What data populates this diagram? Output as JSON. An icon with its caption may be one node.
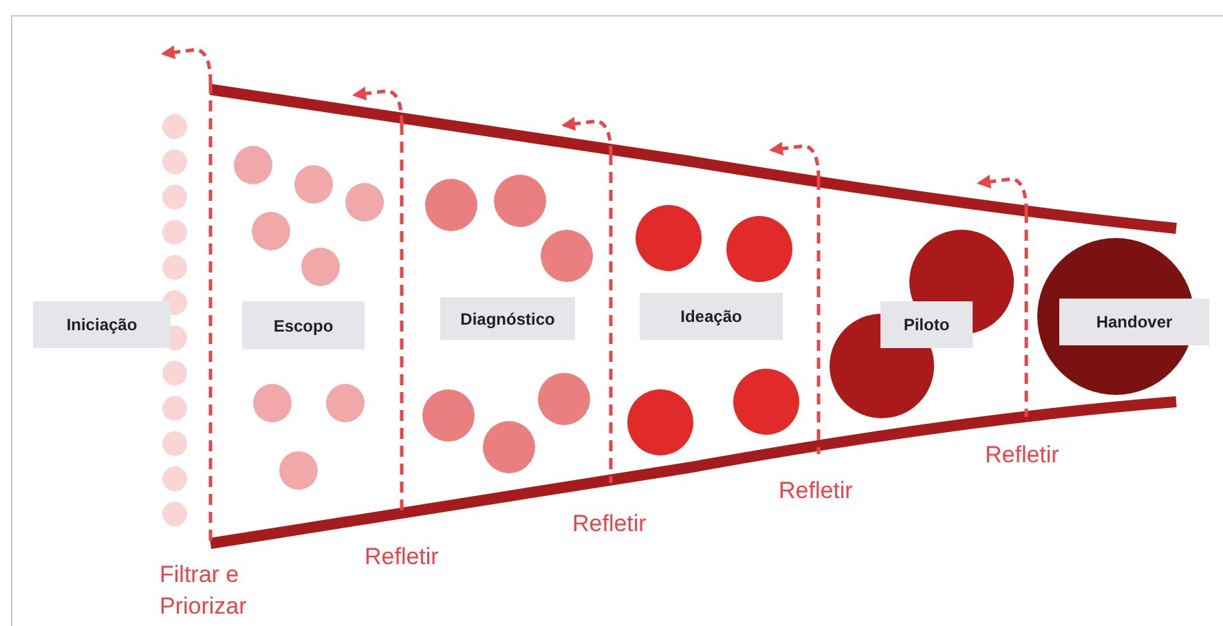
{
  "diagram": {
    "nodes": [
      {
        "text": [
          "Iniciação"
        ]
      },
      {
        "text": [
          "Escopo"
        ]
      },
      {
        "text": [
          "Diagnóstico"
        ]
      },
      {
        "text": [
          "Ideação"
        ]
      },
      {
        "text": [
          "Piloto"
        ]
      },
      {
        "text": [
          "Handover"
        ]
      }
    ],
    "labels": [
      "Filtrar e Priorizar",
      "Refletir",
      "Refletir",
      "Refletir",
      "Refletir"
    ]
  }
}
